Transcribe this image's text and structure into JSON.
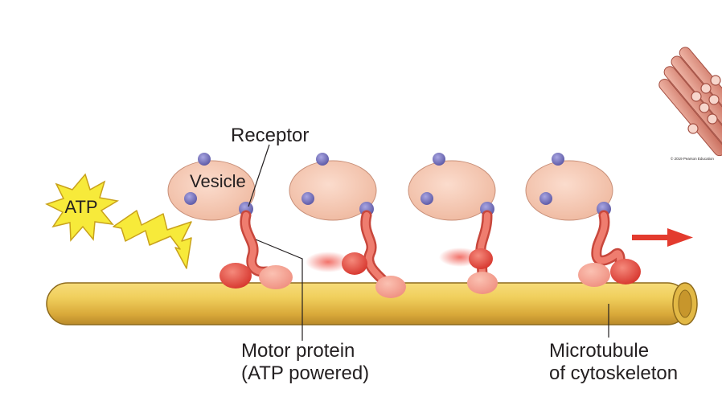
{
  "labels": {
    "receptor": "Receptor",
    "vesicle": "Vesicle",
    "atp": "ATP",
    "motor_line1": "Motor protein",
    "motor_line2": "(ATP powered)",
    "microtubule_line1": "Microtubule",
    "microtubule_line2": "of cytoskeleton",
    "copyright": "© 2019 Pearson Education"
  },
  "colors": {
    "vesicle": "#f5c9b4",
    "receptor": "#7e7bc0",
    "motor": "#e8574c",
    "microtubule": "#e8c24e",
    "atp_burst": "#f7ea3a",
    "arrow": "#e33b2e"
  },
  "icons": [
    "atp-burst-icon",
    "lightning-bolt-icon",
    "direction-arrow-icon"
  ]
}
